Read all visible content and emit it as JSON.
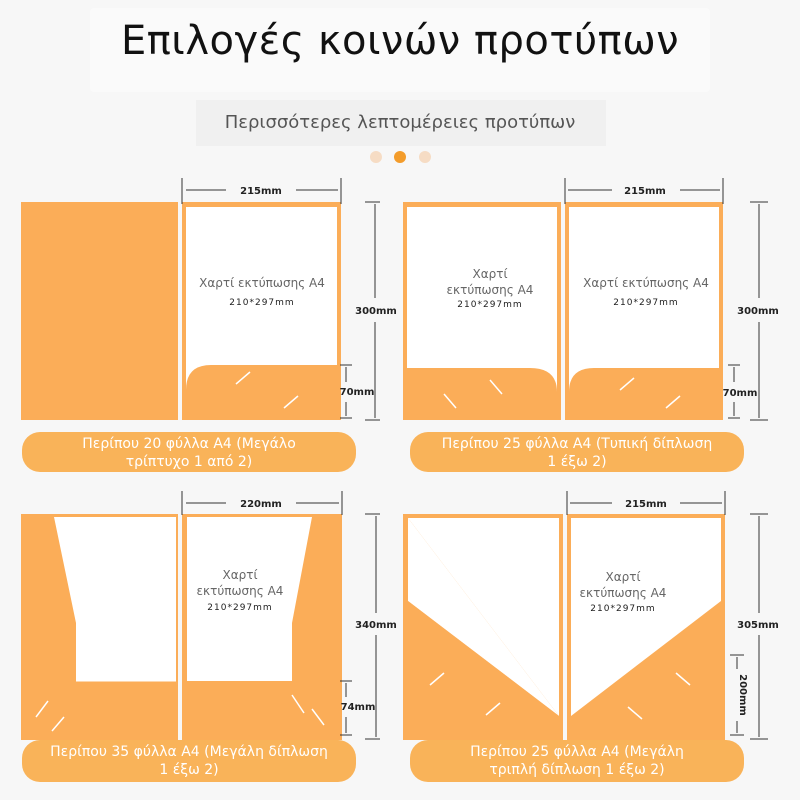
{
  "title": "Επιλογές κοινών προτύπων",
  "subtitle": "Περισσότερες λεπτομέρειες προτύπων",
  "pagination": {
    "dots": 3,
    "active_index": 1
  },
  "colors": {
    "folder_orange": "#fbad58",
    "caption_orange": "#f9b359",
    "dot_active": "#f39c2b",
    "dot_inactive": "#f6dcc4"
  },
  "paper": {
    "label": "Χαρτί εκτύπωσης A4",
    "label_line1": "Χαρτί",
    "label_line2": "εκτύπωσης A4",
    "size": "210*297mm"
  },
  "panels": [
    {
      "width_dim": "215mm",
      "height_dim": "300mm",
      "pocket_dim": "70mm",
      "caption_line1": "Περίπου 20 φύλλα A4 (Μεγάλο",
      "caption_line2": "τρίπτυχο 1 από 2)"
    },
    {
      "width_dim": "215mm",
      "height_dim": "300mm",
      "pocket_dim": "70mm",
      "caption_line1": "Περίπου 25 φύλλα A4 (Τυπική δίπλωση",
      "caption_line2": "1 έξω 2)"
    },
    {
      "width_dim": "220mm",
      "height_dim": "340mm",
      "pocket_dim": "74mm",
      "caption_line1": "Περίπου 35 φύλλα A4 (Μεγάλη δίπλωση",
      "caption_line2": "1 έξω 2)"
    },
    {
      "width_dim": "215mm",
      "height_dim": "305mm",
      "pocket_dim": "200mm",
      "caption_line1": "Περίπου 25 φύλλα A4 (Μεγάλη",
      "caption_line2": "τριπλή δίπλωση 1 έξω 2)"
    }
  ]
}
